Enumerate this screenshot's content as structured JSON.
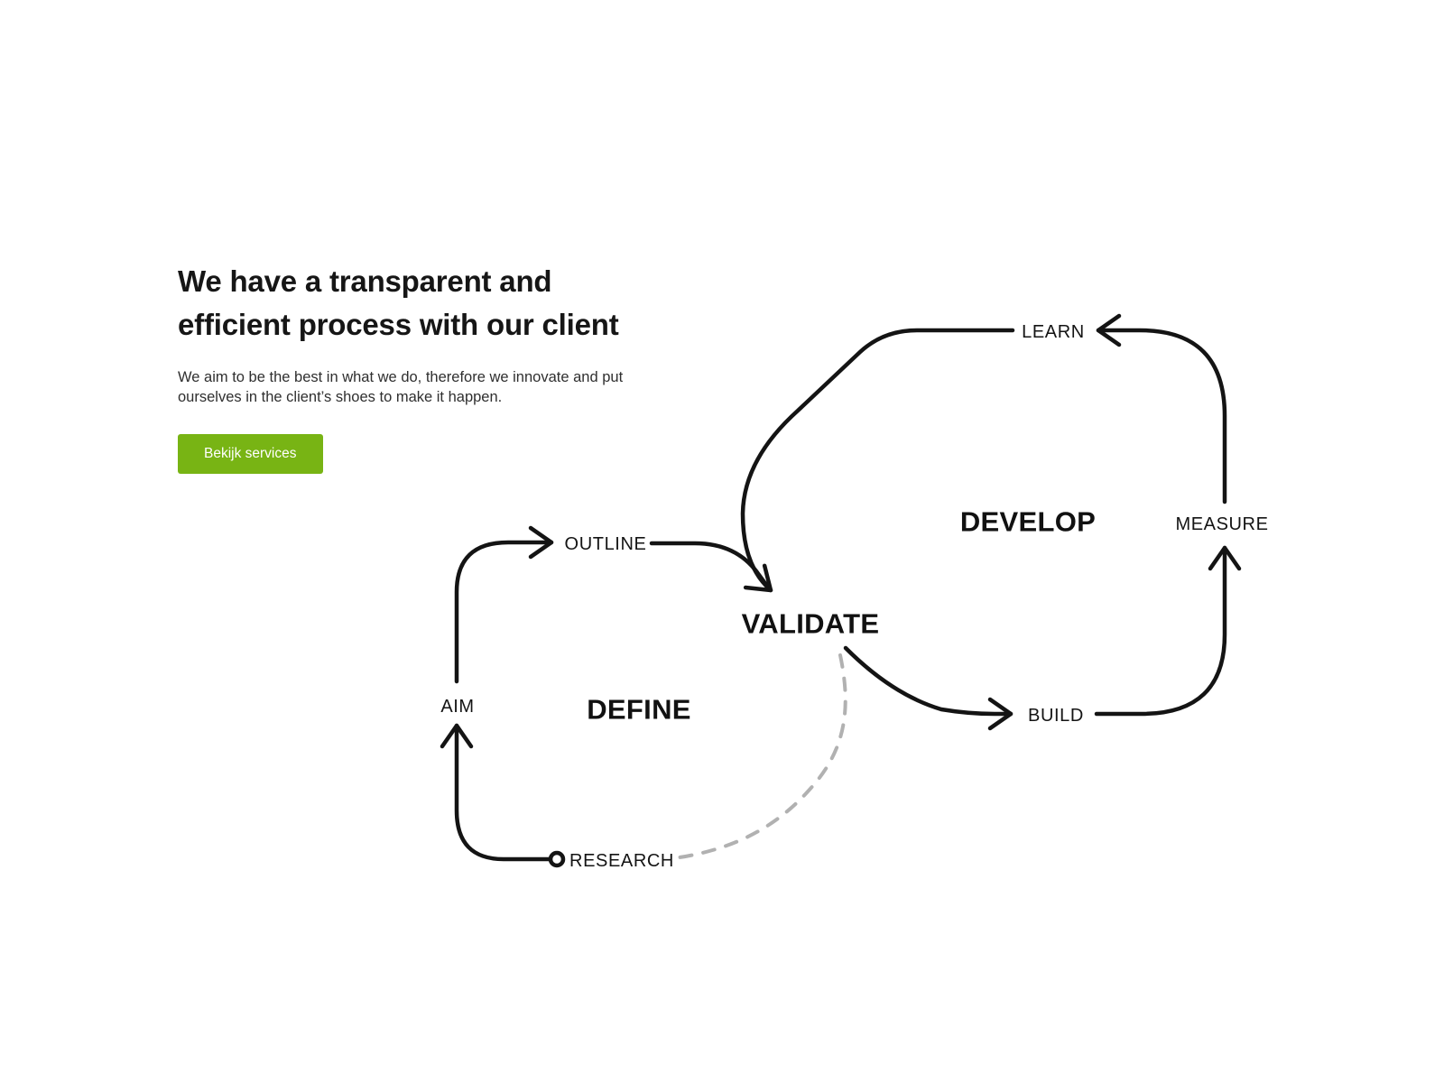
{
  "hero": {
    "title_line1": "We have a transparent and",
    "title_line2": "efficient process with our client",
    "description_line1": "We aim to be the best in what we do, therefore we innovate and put",
    "description_line2": "ourselves in the client’s shoes to make it happen.",
    "cta_label": "Bekijk services",
    "cta_color": "#78b414"
  },
  "diagram": {
    "line_color": "#141414",
    "dashed_color": "#b1b1b1",
    "nodes": {
      "outline": "OUTLINE",
      "aim": "AIM",
      "define": "DEFINE",
      "research": "RESEARCH",
      "validate": "VALIDATE",
      "develop": "DEVELOP",
      "learn": "LEARN",
      "measure": "MEASURE",
      "build": "BUILD"
    },
    "edges": [
      {
        "from": "RESEARCH",
        "to": "AIM",
        "style": "solid-arrow"
      },
      {
        "from": "AIM",
        "to": "OUTLINE",
        "style": "solid-arrow"
      },
      {
        "from": "OUTLINE",
        "to": "VALIDATE",
        "style": "solid-arrow"
      },
      {
        "from": "VALIDATE",
        "to": "BUILD",
        "style": "solid-arrow"
      },
      {
        "from": "BUILD",
        "to": "MEASURE",
        "style": "solid-arrow"
      },
      {
        "from": "MEASURE",
        "to": "LEARN",
        "style": "solid-arrow"
      },
      {
        "from": "LEARN",
        "to": "VALIDATE",
        "style": "solid-arrow"
      },
      {
        "from": "VALIDATE",
        "to": "RESEARCH",
        "style": "dashed"
      }
    ]
  }
}
